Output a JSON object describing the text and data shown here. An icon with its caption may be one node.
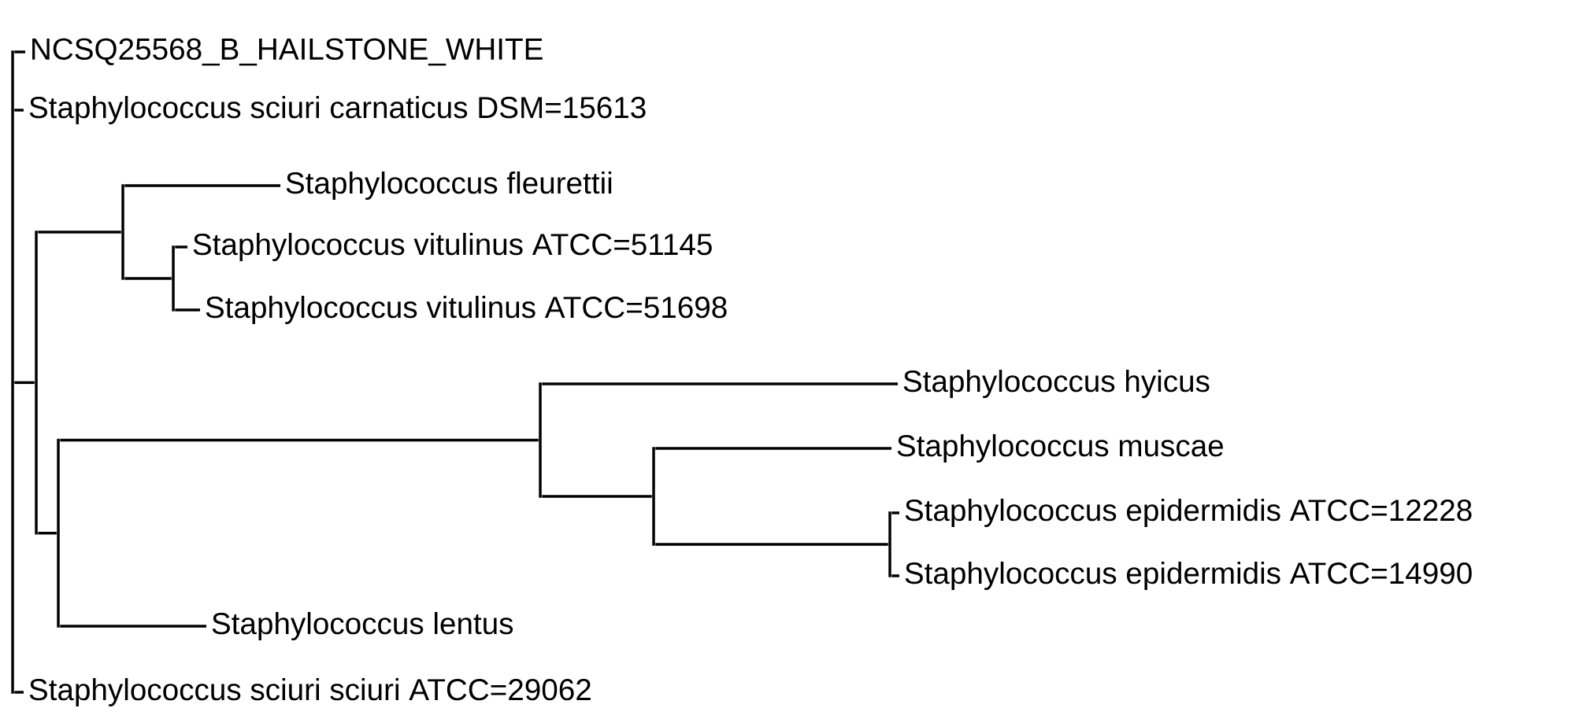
{
  "diagram": {
    "nodes": [
      {
        "text": [],
        "shape": "bar"
      },
      {
        "text": [
          "NCSQ25568_B_HAILSTONE_WHITE"
        ]
      },
      {
        "text": [
          "Staphylococcus sciuri carnaticus DSM=15613"
        ]
      },
      {
        "text": [],
        "shape": "bar"
      },
      {
        "text": [],
        "shape": "bar"
      },
      {
        "text": [
          "Staphylococcus fleurettii"
        ]
      },
      {
        "text": [],
        "shape": "bar"
      },
      {
        "text": [
          "Staphylococcus vitulinus ATCC=51145"
        ]
      },
      {
        "text": [
          "Staphylococcus vitulinus ATCC=51698"
        ]
      },
      {
        "text": [],
        "shape": "bar"
      },
      {
        "text": [],
        "shape": "bar"
      },
      {
        "text": [
          "Staphylococcus hyicus"
        ]
      },
      {
        "text": [],
        "shape": "bar"
      },
      {
        "text": [
          "Staphylococcus muscae"
        ]
      },
      {
        "text": [],
        "shape": "bar"
      },
      {
        "text": [
          "Staphylococcus epidermidis ATCC=12228"
        ]
      },
      {
        "text": [
          "Staphylococcus epidermidis ATCC=14990"
        ]
      },
      {
        "text": [
          "Staphylococcus lentus"
        ]
      },
      {
        "text": [
          "Staphylococcus sciuri sciuri ATCC=29062"
        ]
      }
    ],
    "edges": [
      {
        "from": 0,
        "to": 1,
        "arrow": "none"
      },
      {
        "from": 0,
        "to": 2,
        "arrow": "none"
      },
      {
        "from": 0,
        "to": 3,
        "arrow": "none"
      },
      {
        "from": 3,
        "to": 4,
        "arrow": "none"
      },
      {
        "from": 4,
        "to": 5,
        "arrow": "none"
      },
      {
        "from": 4,
        "to": 6,
        "arrow": "none"
      },
      {
        "from": 6,
        "to": 7,
        "arrow": "none"
      },
      {
        "from": 6,
        "to": 8,
        "arrow": "none"
      },
      {
        "from": 3,
        "to": 9,
        "arrow": "none"
      },
      {
        "from": 9,
        "to": 10,
        "arrow": "none"
      },
      {
        "from": 10,
        "to": 11,
        "arrow": "none"
      },
      {
        "from": 10,
        "to": 12,
        "arrow": "none"
      },
      {
        "from": 12,
        "to": 13,
        "arrow": "none"
      },
      {
        "from": 12,
        "to": 14,
        "arrow": "none"
      },
      {
        "from": 14,
        "to": 15,
        "arrow": "none"
      },
      {
        "from": 14,
        "to": 16,
        "arrow": "none"
      },
      {
        "from": 9,
        "to": 17,
        "arrow": "none"
      },
      {
        "from": 0,
        "to": 18,
        "arrow": "none"
      }
    ]
  }
}
